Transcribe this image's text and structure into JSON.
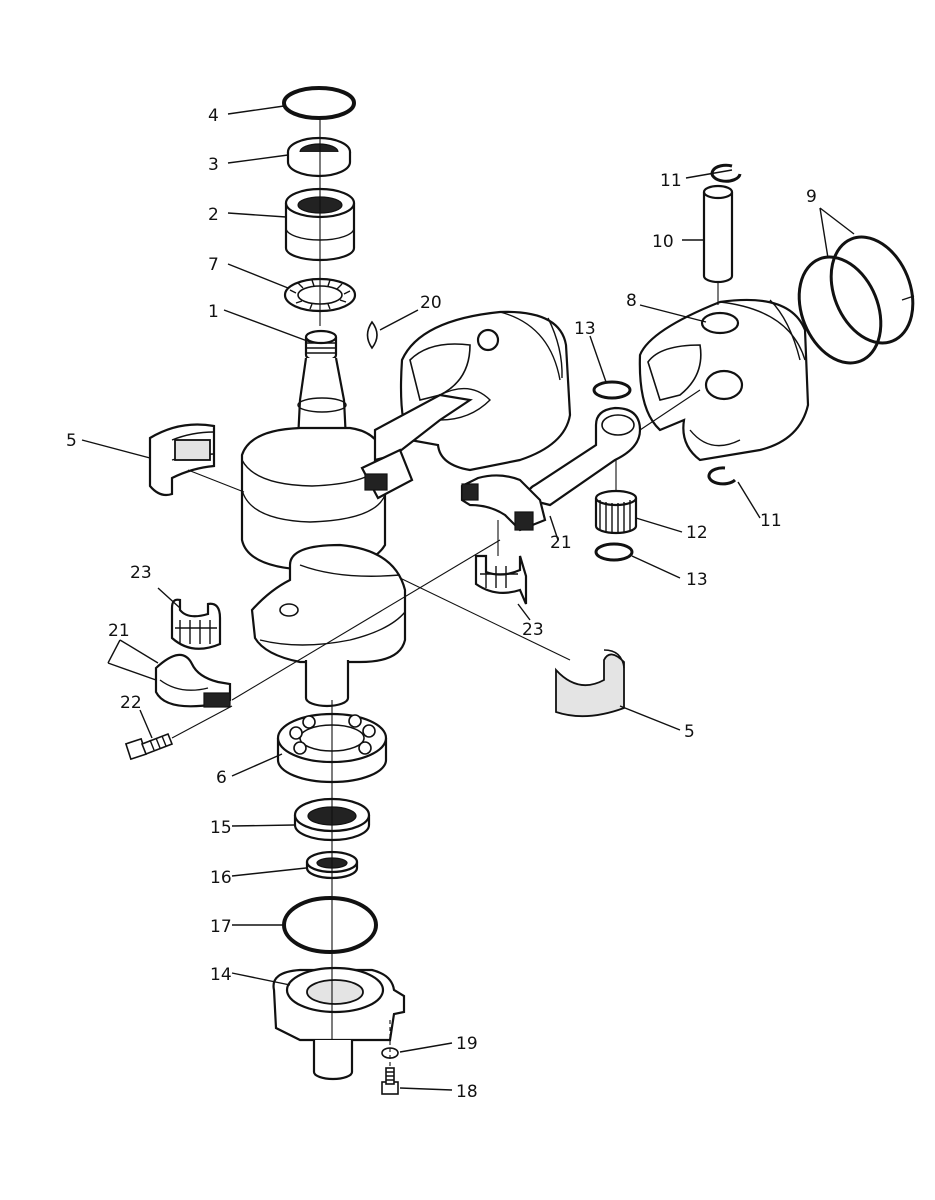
{
  "labels": {
    "p4": "4",
    "p3": "3",
    "p2": "2",
    "p7": "7",
    "p1": "1",
    "p20": "20",
    "p5_left": "5",
    "p5_right": "5",
    "p23_left": "23",
    "p23_right": "23",
    "p21_left": "21",
    "p21_right": "21",
    "p22": "22",
    "p6": "6",
    "p15": "15",
    "p16": "16",
    "p17": "17",
    "p14": "14",
    "p19": "19",
    "p18": "18",
    "p11_top": "11",
    "p11_bottom": "11",
    "p10": "10",
    "p9": "9",
    "p8": "8",
    "p13_top": "13",
    "p13_bottom": "13",
    "p12": "12"
  }
}
